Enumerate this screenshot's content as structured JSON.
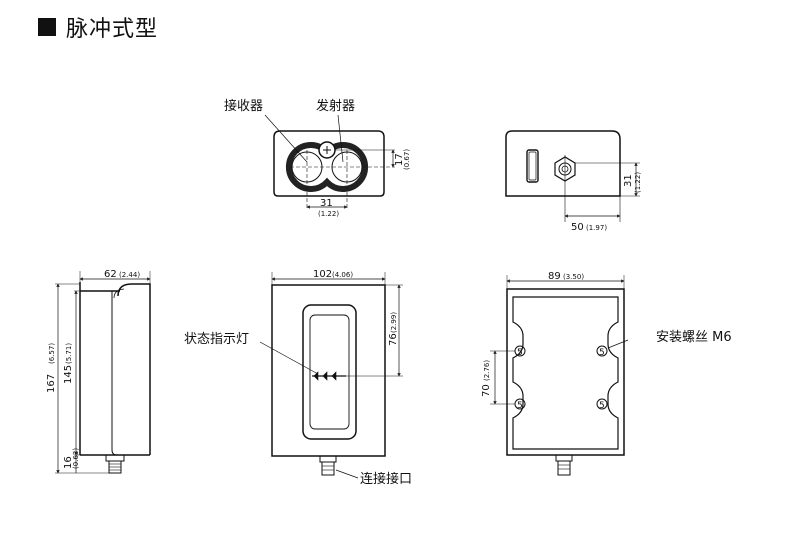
{
  "header": {
    "title": "脉冲式型"
  },
  "labels": {
    "receiver": "接收器",
    "emitter": "发射器",
    "status_indicator": "状态指示灯",
    "mounting_screw": "安装螺丝 M6",
    "connector": "连接接口"
  },
  "dims": {
    "top_front_height": "17",
    "top_front_height_in": "(0.67)",
    "top_front_spacing": "31",
    "top_front_spacing_in": "(1.22)",
    "top_side_height": "31",
    "top_side_height_in": "(1.22)",
    "top_side_offset": "50",
    "top_side_offset_in": "(1.97)",
    "side_depth": "62",
    "side_depth_in": "(2.44)",
    "total_height": "167",
    "total_height_in": "(6.57)",
    "body_height": "145",
    "body_height_in": "(5.71)",
    "connector_height": "16",
    "connector_height_in": "(0.63)",
    "front_width": "102",
    "front_width_in": "(4.06)",
    "indicator_offset": "76",
    "indicator_offset_in": "(2.99)",
    "back_width": "89",
    "back_width_in": "(3.50)",
    "screw_spacing": "70",
    "screw_spacing_in": "(2.76)"
  }
}
